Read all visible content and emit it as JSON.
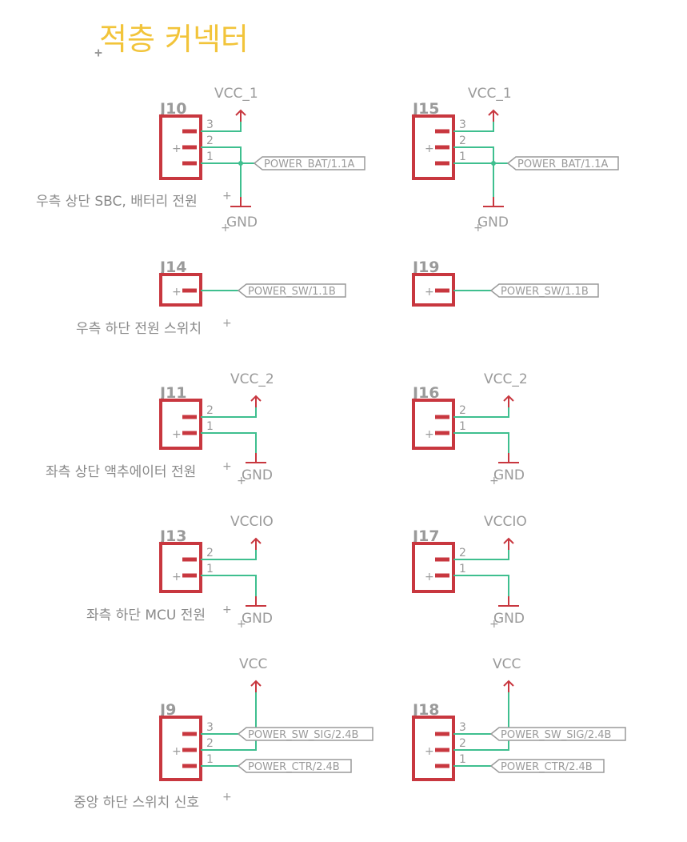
{
  "title": "적층 커넥터",
  "pin_numbers": [
    "3",
    "2",
    "1"
  ],
  "connectors": [
    {
      "ref": "J10",
      "caption": "우측 상단 SBC, 배터리 전원",
      "supply": "VCC_1",
      "ground": "GND",
      "signals": [
        "POWER_BAT/1.1A"
      ]
    },
    {
      "ref": "J15",
      "caption": "",
      "supply": "VCC_1",
      "ground": "GND",
      "signals": [
        "POWER_BAT/1.1A"
      ]
    },
    {
      "ref": "J14",
      "caption": "우측 하단 전원 스위치",
      "supply": "",
      "ground": "",
      "signals": [
        "POWER_SW/1.1B"
      ]
    },
    {
      "ref": "J19",
      "caption": "",
      "supply": "",
      "ground": "",
      "signals": [
        "POWER_SW/1.1B"
      ]
    },
    {
      "ref": "J11",
      "caption": "좌측 상단 액추에이터 전원",
      "supply": "VCC_2",
      "ground": "GND",
      "signals": []
    },
    {
      "ref": "J16",
      "caption": "",
      "supply": "VCC_2",
      "ground": "GND",
      "signals": []
    },
    {
      "ref": "J13",
      "caption": "좌측 하단 MCU 전원",
      "supply": "VCCIO",
      "ground": "GND",
      "signals": []
    },
    {
      "ref": "J17",
      "caption": "",
      "supply": "VCCIO",
      "ground": "GND",
      "signals": []
    },
    {
      "ref": "J9",
      "caption": "중앙 하단 스위치 신호",
      "supply": "VCC",
      "ground": "",
      "signals": [
        "POWER_SW_SIG/2.4B",
        "POWER_CTR/2.4B"
      ]
    },
    {
      "ref": "J18",
      "caption": "",
      "supply": "VCC",
      "ground": "",
      "signals": [
        "POWER_SW_SIG/2.4B",
        "POWER_CTR/2.4B"
      ]
    }
  ]
}
